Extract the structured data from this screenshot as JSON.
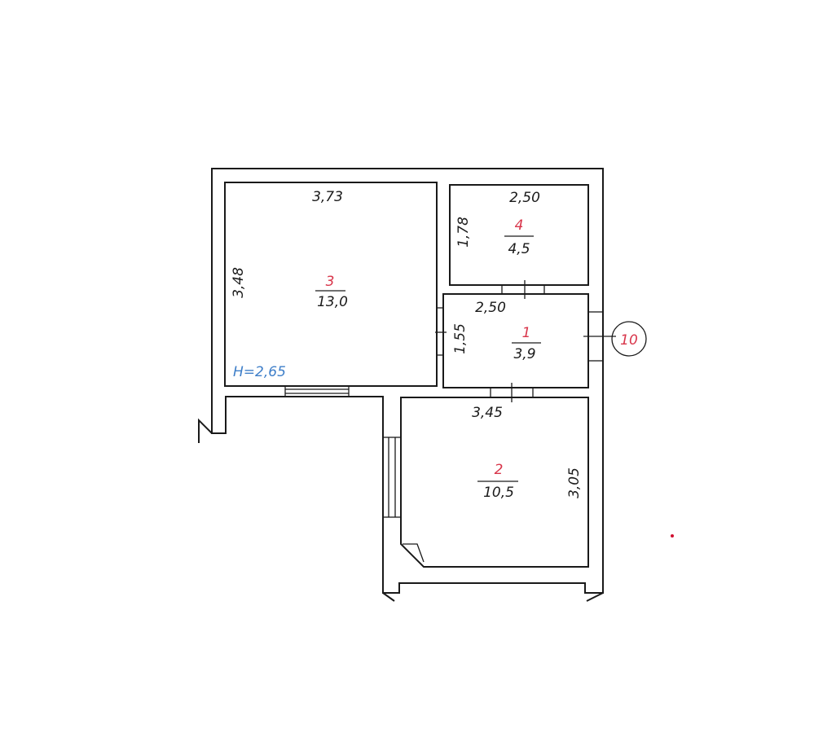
{
  "colors": {
    "line": "#1a1a1a",
    "room_number": "#d8354a",
    "height_label": "#3f7fc9",
    "marker": "#d8354a"
  },
  "plan": {
    "height_label": "H=2,65",
    "marker_label": "10",
    "rooms": [
      {
        "id": "room-3",
        "number": "3",
        "area": "13,0",
        "dims": [
          "3,73",
          "3,48"
        ]
      },
      {
        "id": "room-4",
        "number": "4",
        "area": "4,5",
        "dims": [
          "2,50",
          "1,78"
        ]
      },
      {
        "id": "room-1",
        "number": "1",
        "area": "3,9",
        "dims": [
          "2,50",
          "1,55"
        ]
      },
      {
        "id": "room-2",
        "number": "2",
        "area": "10,5",
        "dims": [
          "3,45",
          "3,05"
        ]
      }
    ]
  }
}
